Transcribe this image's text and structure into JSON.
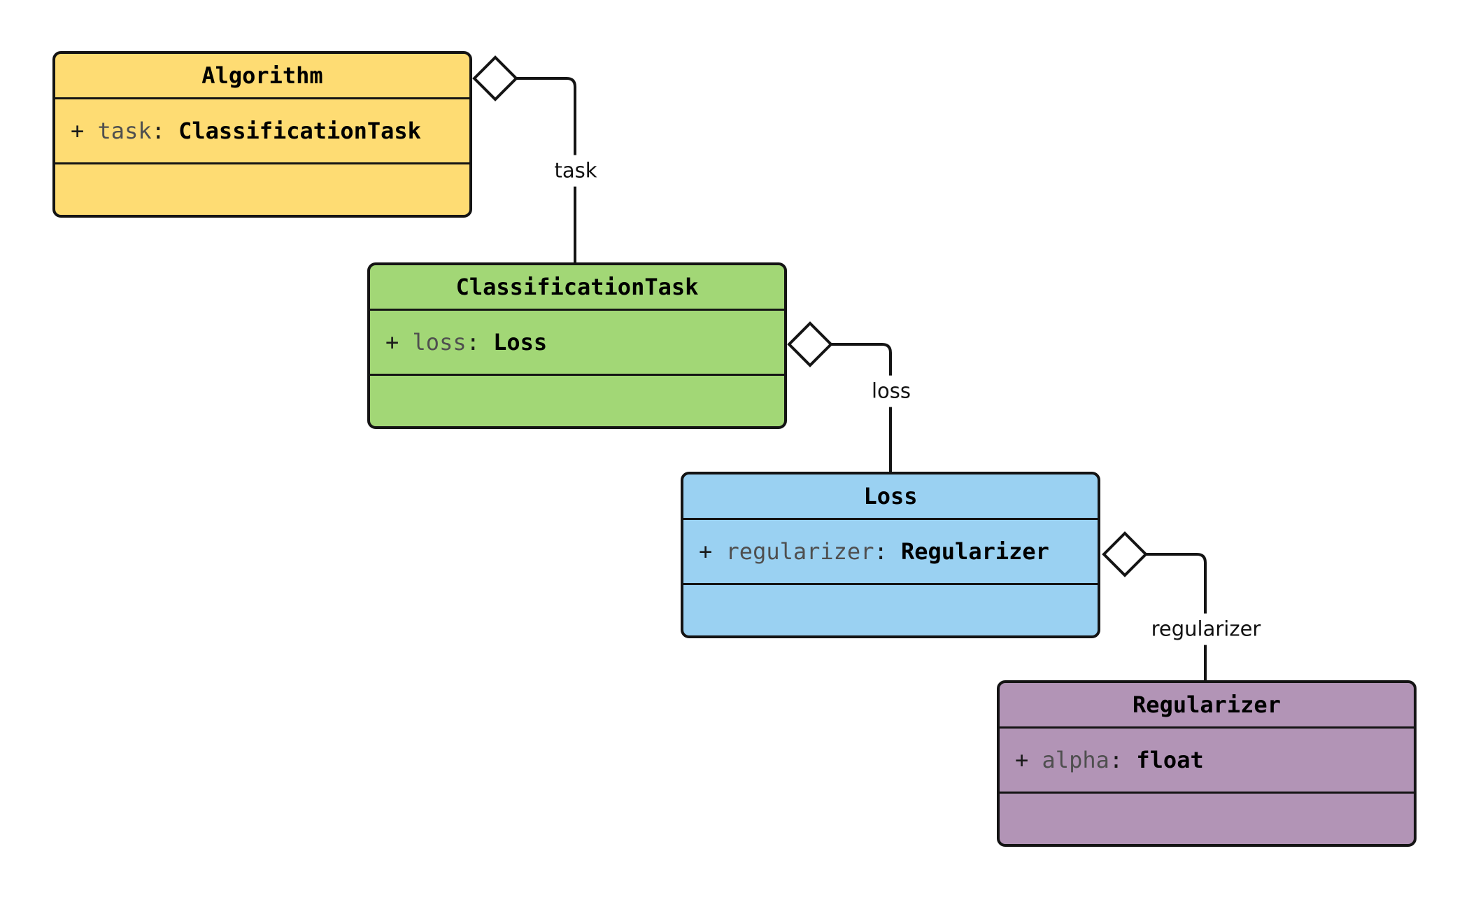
{
  "diagram": {
    "type": "uml-class-diagram",
    "background_color": "#ffffff",
    "stroke_color": "#141414",
    "classes": [
      {
        "title": "Algorithm",
        "fill": "#FEDC73",
        "attribute": {
          "plus": "+ ",
          "name": "task",
          "colon": ": ",
          "type": "ClassificationTask"
        }
      },
      {
        "title": "ClassificationTask",
        "fill": "#A2D776",
        "attribute": {
          "plus": "+ ",
          "name": "loss",
          "colon": ": ",
          "type": "Loss"
        }
      },
      {
        "title": "Loss",
        "fill": "#9AD1F2",
        "attribute": {
          "plus": "+ ",
          "name": "regularizer",
          "colon": ": ",
          "type": "Regularizer"
        }
      },
      {
        "title": "Regularizer",
        "fill": "#B294B6",
        "attribute": {
          "plus": "+ ",
          "name": "alpha",
          "colon": ": ",
          "type": "float"
        }
      }
    ],
    "edges": [
      {
        "from": "Algorithm",
        "to": "ClassificationTask",
        "label": "task",
        "kind": "aggregation"
      },
      {
        "from": "ClassificationTask",
        "to": "Loss",
        "label": "loss",
        "kind": "aggregation"
      },
      {
        "from": "Loss",
        "to": "Regularizer",
        "label": "regularizer",
        "kind": "aggregation"
      }
    ]
  }
}
